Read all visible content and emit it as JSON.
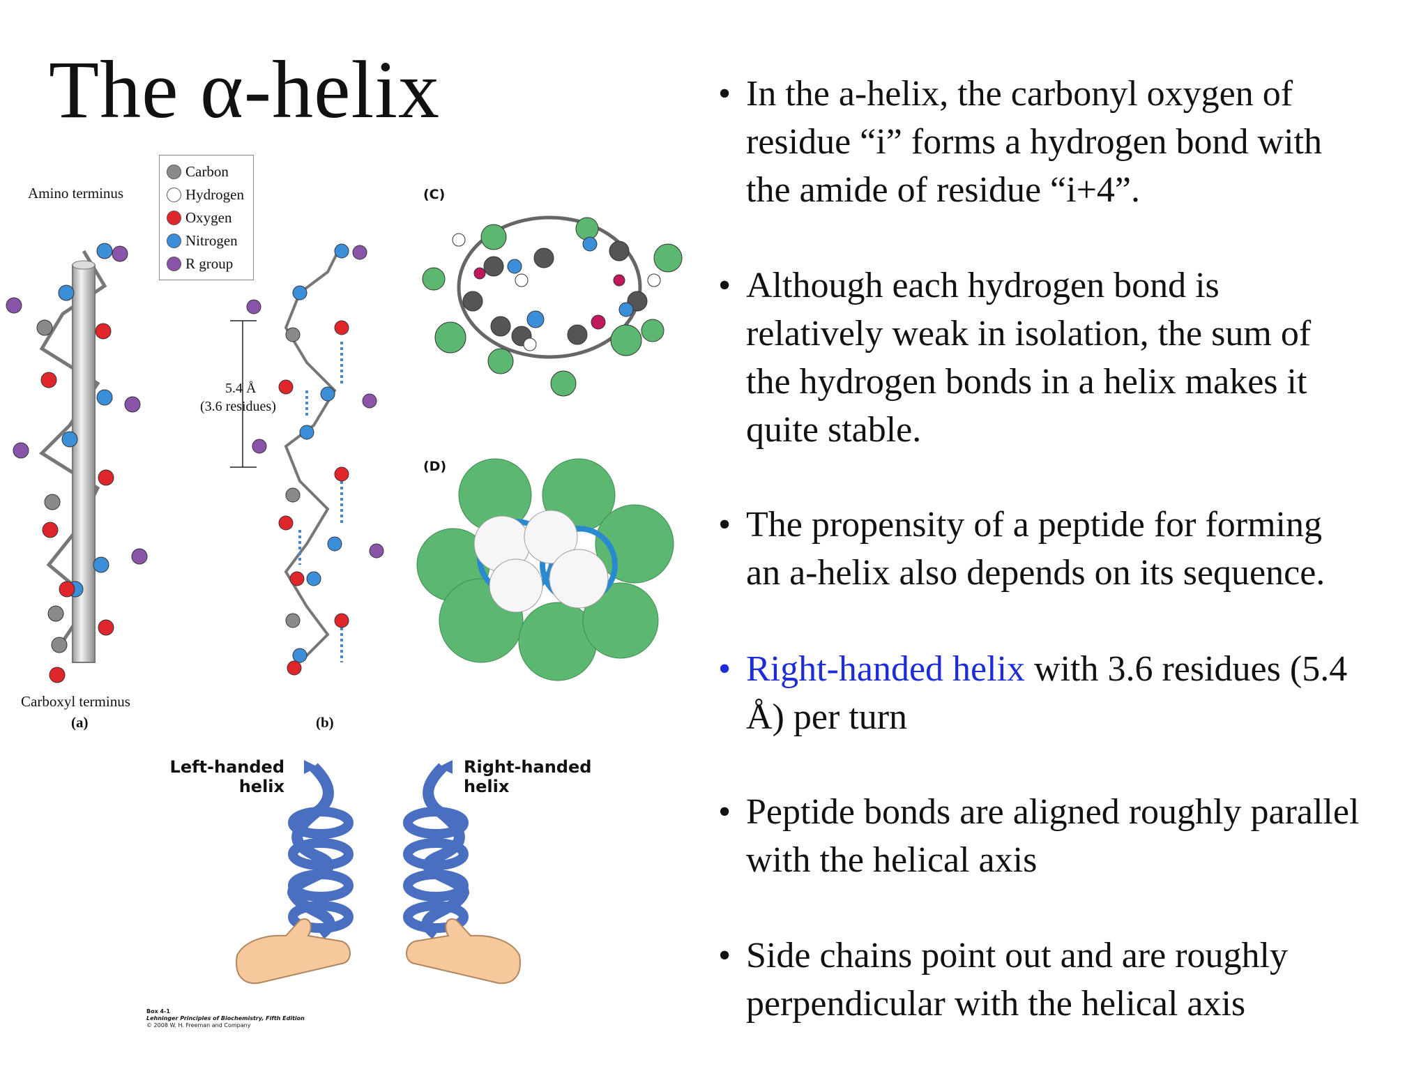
{
  "slide": {
    "title": "The α-helix",
    "bullets": [
      {
        "marker": "•",
        "lines": [
          "In the a-helix, the carbonyl oxygen of",
          "residue “i” forms a hydrogen bond with",
          "the amide of residue “i+4”."
        ]
      },
      {
        "marker": "•",
        "lines": [
          "Although each hydrogen bond is",
          "relatively weak in isolation, the sum of",
          "the hydrogen bonds in a helix makes it",
          "quite stable."
        ]
      },
      {
        "marker": "•",
        "lines": [
          "The propensity of a peptide for forming",
          "an a-helix also depends on its sequence."
        ]
      },
      {
        "marker": "•",
        "highlight": "Right-handed helix",
        "rest": " with 3.6 residues (5.4",
        "line2": "Å) per turn"
      },
      {
        "marker": "•",
        "lines": [
          "Peptide bonds are aligned roughly parallel",
          "with the helical axis"
        ]
      },
      {
        "marker": "•",
        "lines": [
          "Side chains point out and are roughly",
          "perpendicular with the helical axis"
        ]
      }
    ]
  },
  "figure": {
    "amino_terminus": "Amino terminus",
    "carboxyl_terminus": "Carboxyl terminus",
    "panel_a": "(a)",
    "panel_b": "(b)",
    "panel_c": "(C)",
    "panel_d": "(D)",
    "rise_line1": "5.4 Å",
    "rise_line2": "(3.6 residues)",
    "legend": [
      {
        "label": "Carbon",
        "color": "#8a8a8a"
      },
      {
        "label": "Hydrogen",
        "color": "#ffffff"
      },
      {
        "label": "Oxygen",
        "color": "#e0262b"
      },
      {
        "label": "Nitrogen",
        "color": "#3a8fd8"
      },
      {
        "label": "R group",
        "color": "#8a55a8"
      }
    ],
    "left_handed_line1": "Left-handed",
    "left_handed_line2": "helix",
    "right_handed_line1": "Right-handed",
    "right_handed_line2": "helix",
    "credit_line1": "Box 4-1",
    "credit_line2": "Lehninger Principles of Biochemistry, Fifth Edition",
    "credit_line3": "© 2008 W. H. Freeman and Company"
  },
  "colors": {
    "highlight": "#1c2cd6",
    "helix_blue": "#4a6fc0",
    "sphere_green": "#5cb870",
    "skin": "#f6c89c"
  }
}
